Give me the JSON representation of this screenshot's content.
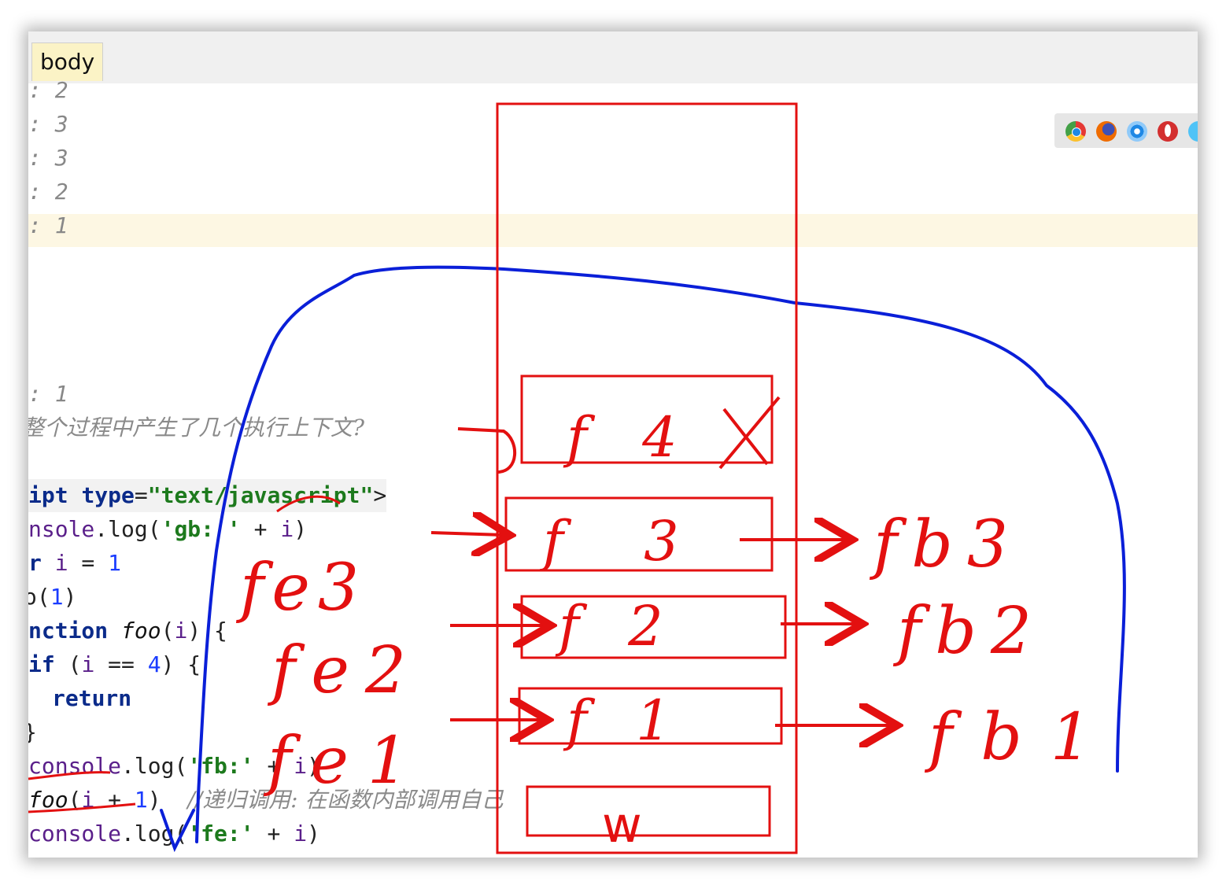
{
  "breadcrumb": "body",
  "browser_icons": [
    "chrome-icon",
    "firefox-icon",
    "safari-icon",
    "opera-icon",
    "ie-icon"
  ],
  "output_lines": [
    {
      "prefix": ":",
      "value": "2"
    },
    {
      "prefix": ":",
      "value": "3"
    },
    {
      "prefix": ":",
      "value": "3"
    },
    {
      "prefix": ":",
      "value": "2"
    },
    {
      "prefix": ":",
      "value": "1"
    },
    {
      "prefix": ":",
      "value": "1"
    }
  ],
  "question": "整个过程中产生了几个执行上下文?",
  "code": {
    "script_open": [
      "ipt ",
      "type",
      "=",
      "\"text/javascript\"",
      ">"
    ],
    "log_gb": [
      "nsole",
      ".log(",
      "'gb: '",
      " + ",
      "i",
      ")"
    ],
    "var_decl": [
      "r ",
      "i",
      " = ",
      "1"
    ],
    "call_foo": [
      "o(",
      "1",
      ")"
    ],
    "func_decl": [
      "nction ",
      "foo",
      "(",
      "i",
      ") {"
    ],
    "if_stmt": [
      "if ",
      "(",
      "i",
      " == ",
      "4",
      ") {"
    ],
    "return_stmt": "return",
    "close_brace": "}",
    "log_fb": [
      "console",
      ".log(",
      "'fb:'",
      " + ",
      "i",
      ")"
    ],
    "recursive_call": [
      "foo",
      "(",
      "i",
      " + ",
      "1",
      ")"
    ],
    "recursive_comment": "//递归调用: 在函数内部调用自己",
    "log_fe": [
      "console",
      ".log(",
      "'fe:'",
      " + ",
      "i",
      ")"
    ]
  },
  "annotations": {
    "stack_frames": [
      "f 4",
      "f 3",
      "f 2",
      "f 1",
      "w"
    ],
    "fe_labels": [
      "fe3",
      "fe2",
      "fe1"
    ],
    "fb_labels": [
      "fb3",
      "fb2",
      "fb1"
    ]
  },
  "colors": {
    "annotation_red": "#e31010",
    "annotation_blue": "#0a1fd8",
    "highlight_line": "#fdf7e3",
    "keyword": "#0b2b8a",
    "string": "#1d7a1d",
    "number": "#1a3cff"
  }
}
